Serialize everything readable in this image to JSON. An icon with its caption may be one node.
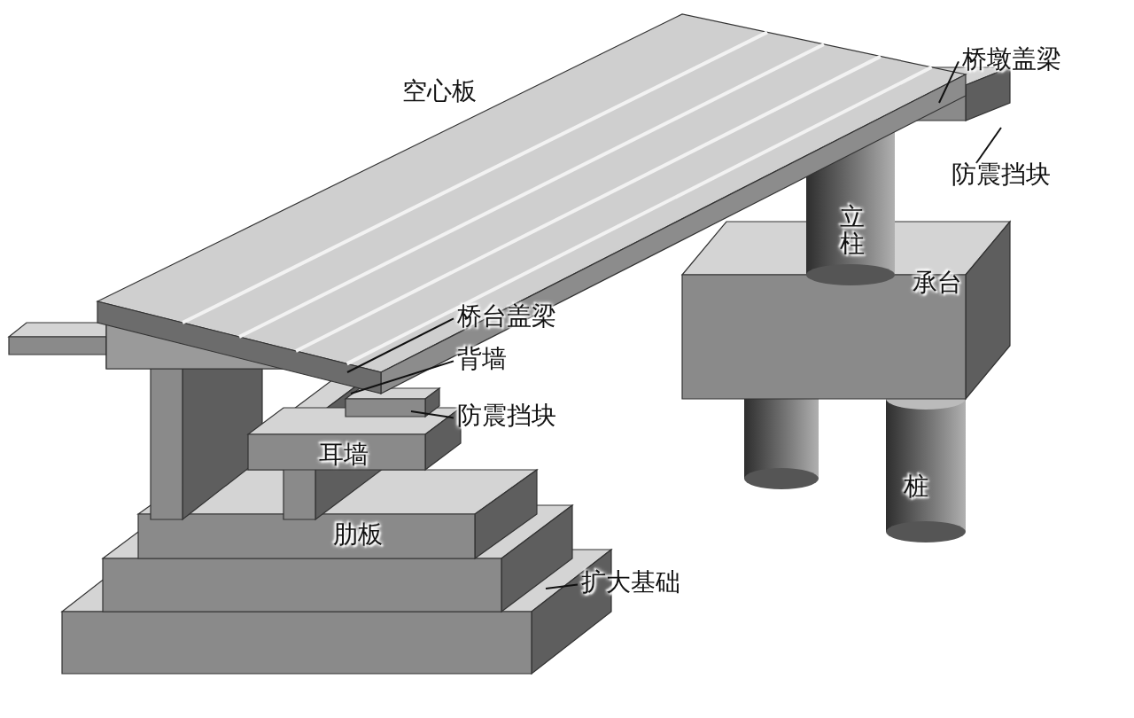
{
  "diagram": {
    "nodes": [
      {
        "text": [
          "桥墩盖梁"
        ]
      },
      {
        "text": [
          "防震挡块"
        ]
      },
      {
        "text": [
          "桥台盖梁"
        ]
      },
      {
        "text": [
          "背墙"
        ]
      },
      {
        "text": [
          "防震挡块"
        ]
      },
      {
        "text": [
          "扩大基础"
        ]
      }
    ],
    "edges": [
      {
        "from": 0,
        "to": null,
        "arrow": "none"
      },
      {
        "from": 1,
        "to": null,
        "arrow": "none"
      },
      {
        "from": 2,
        "to": null,
        "arrow": "none"
      },
      {
        "from": 3,
        "to": null,
        "arrow": "none"
      },
      {
        "from": 4,
        "to": null,
        "arrow": "none"
      },
      {
        "from": 5,
        "to": null,
        "arrow": "none"
      }
    ],
    "labels": [
      "空心板",
      "立柱",
      "承台",
      "耳墙",
      "肋板",
      "桩"
    ]
  }
}
